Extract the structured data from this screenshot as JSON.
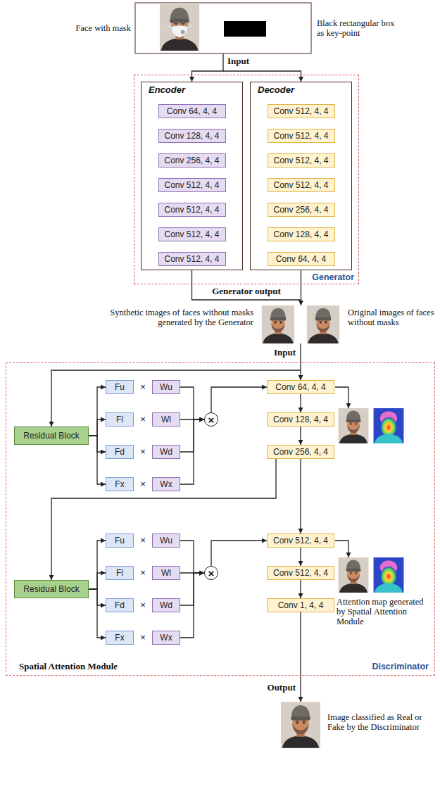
{
  "diagram": {
    "nodes": [
      {
        "text": [
          "Generator"
        ]
      },
      {
        "text": [
          "Encoder"
        ],
        "in": 0
      },
      {
        "text": [
          "Conv 64, 4, 4"
        ],
        "in": 1
      },
      {
        "text": [
          "Conv 128, 4, 4"
        ],
        "in": 1
      },
      {
        "text": [
          "Conv 256, 4, 4"
        ],
        "in": 1
      },
      {
        "text": [
          "Conv 512, 4, 4"
        ],
        "in": 1
      },
      {
        "text": [
          "Conv 512, 4, 4"
        ],
        "in": 1
      },
      {
        "text": [
          "Conv 512, 4, 4"
        ],
        "in": 1
      },
      {
        "text": [
          "Conv 512, 4, 4"
        ],
        "in": 1
      },
      {
        "text": [
          "Decoder"
        ],
        "in": 0
      },
      {
        "text": [
          "Conv 512, 4, 4"
        ],
        "in": 9
      },
      {
        "text": [
          "Conv 512, 4, 4"
        ],
        "in": 9
      },
      {
        "text": [
          "Conv 512, 4, 4"
        ],
        "in": 9
      },
      {
        "text": [
          "Conv 512, 4, 4"
        ],
        "in": 9
      },
      {
        "text": [
          "Conv 256, 4, 4"
        ],
        "in": 9
      },
      {
        "text": [
          "Conv 128, 4, 4"
        ],
        "in": 9
      },
      {
        "text": [
          "Conv 64, 4, 4"
        ],
        "in": 9
      },
      {
        "text": [
          "Discriminator",
          "Spatial Attention Module"
        ]
      },
      {
        "text": [
          "Residual Block"
        ],
        "in": 17
      },
      {
        "text": [
          "Fu"
        ],
        "in": 17
      },
      {
        "text": [
          "Wu"
        ],
        "in": 17
      },
      {
        "text": [
          "Fl"
        ],
        "in": 17
      },
      {
        "text": [
          "Wl"
        ],
        "in": 17
      },
      {
        "text": [
          "Fd"
        ],
        "in": 17
      },
      {
        "text": [
          "Wd"
        ],
        "in": 17
      },
      {
        "text": [
          "Fx"
        ],
        "in": 17
      },
      {
        "text": [
          "Wx"
        ],
        "in": 17
      },
      {
        "text": [
          "×"
        ],
        "in": 17
      },
      {
        "text": [
          "Conv 64, 4, 4"
        ],
        "in": 17
      },
      {
        "text": [
          "Conv 128, 4, 4"
        ],
        "in": 17
      },
      {
        "text": [
          "Conv 256, 4, 4"
        ],
        "in": 17
      },
      {
        "text": [
          "Residual Block"
        ],
        "in": 17
      },
      {
        "text": [
          "Fu"
        ],
        "in": 17
      },
      {
        "text": [
          "Wu"
        ],
        "in": 17
      },
      {
        "text": [
          "Fl"
        ],
        "in": 17
      },
      {
        "text": [
          "Wl"
        ],
        "in": 17
      },
      {
        "text": [
          "Fd"
        ],
        "in": 17
      },
      {
        "text": [
          "Wd"
        ],
        "in": 17
      },
      {
        "text": [
          "Fx"
        ],
        "in": 17
      },
      {
        "text": [
          "Wx"
        ],
        "in": 17
      },
      {
        "text": [
          "×"
        ],
        "in": 17
      },
      {
        "text": [
          "Conv 512, 4, 4"
        ],
        "in": 17
      },
      {
        "text": [
          "Conv 512, 4, 4"
        ],
        "in": 17
      },
      {
        "text": [
          "Conv 1, 4, 4"
        ],
        "in": 17
      }
    ],
    "edges": [
      {
        "from": 2,
        "to": 3,
        "arrow": "to"
      },
      {
        "from": 3,
        "to": 4,
        "arrow": "to"
      },
      {
        "from": 4,
        "to": 5,
        "arrow": "to"
      },
      {
        "from": 5,
        "to": 6,
        "arrow": "to"
      },
      {
        "from": 6,
        "to": 7,
        "arrow": "to"
      },
      {
        "from": 7,
        "to": 8,
        "arrow": "to"
      },
      {
        "from": 10,
        "to": 11,
        "arrow": "to"
      },
      {
        "from": 11,
        "to": 12,
        "arrow": "to"
      },
      {
        "from": 12,
        "to": 13,
        "arrow": "to"
      },
      {
        "from": 13,
        "to": 14,
        "arrow": "to"
      },
      {
        "from": 14,
        "to": 15,
        "arrow": "to"
      },
      {
        "from": 15,
        "to": 16,
        "arrow": "to"
      },
      {
        "from": 18,
        "to": 19,
        "arrow": "to"
      },
      {
        "from": 18,
        "to": 21,
        "arrow": "to"
      },
      {
        "from": 18,
        "to": 23,
        "arrow": "to"
      },
      {
        "from": 18,
        "to": 25,
        "arrow": "to"
      },
      {
        "from": 20,
        "to": 27,
        "arrow": "to"
      },
      {
        "from": 22,
        "to": 27,
        "arrow": "to"
      },
      {
        "from": 24,
        "to": 27,
        "arrow": "to"
      },
      {
        "from": 26,
        "to": 27,
        "arrow": "to"
      },
      {
        "from": 27,
        "to": 28,
        "arrow": "to"
      },
      {
        "from": 28,
        "to": 29,
        "arrow": "to"
      },
      {
        "from": 29,
        "to": 30,
        "arrow": "to"
      },
      {
        "from": 30,
        "to": 41,
        "arrow": "to"
      },
      {
        "from": 30,
        "to": 31,
        "arrow": "to"
      },
      {
        "from": 31,
        "to": 32,
        "arrow": "to"
      },
      {
        "from": 31,
        "to": 34,
        "arrow": "to"
      },
      {
        "from": 31,
        "to": 36,
        "arrow": "to"
      },
      {
        "from": 31,
        "to": 38,
        "arrow": "to"
      },
      {
        "from": 33,
        "to": 40,
        "arrow": "to"
      },
      {
        "from": 35,
        "to": 40,
        "arrow": "to"
      },
      {
        "from": 37,
        "to": 40,
        "arrow": "to"
      },
      {
        "from": 39,
        "to": 40,
        "arrow": "to"
      },
      {
        "from": 40,
        "to": 41,
        "arrow": "to"
      },
      {
        "from": 41,
        "to": 42,
        "arrow": "to"
      },
      {
        "from": 42,
        "to": 43,
        "arrow": "to"
      }
    ],
    "labels": [
      "Face with mask",
      "Black rectangular box as key-point",
      "Input",
      "Generator output",
      "Synthetic images of faces without masks generated by the Generator",
      "Original images of faces without masks",
      "Input",
      "×",
      "×",
      "×",
      "×",
      "×",
      "×",
      "×",
      "×",
      "Attention map generated by Spatial Attention Module",
      "Output",
      "Image classified as Real or Fake by the Discriminator"
    ]
  }
}
